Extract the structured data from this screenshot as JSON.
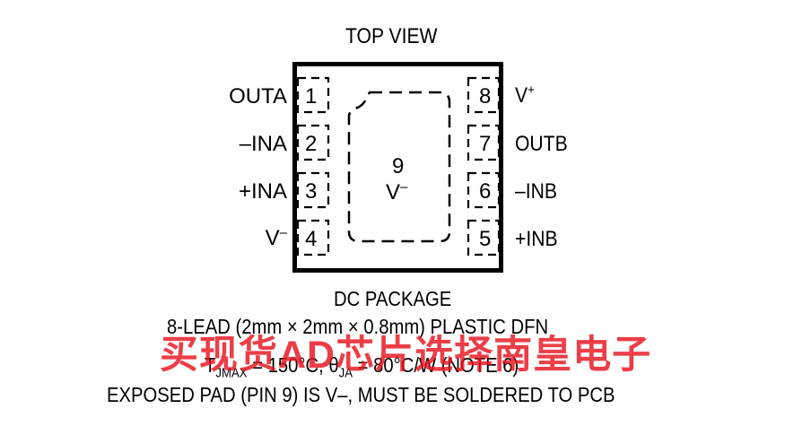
{
  "title": "TOP VIEW",
  "pins_left": [
    {
      "num": "1",
      "label": "OUTA"
    },
    {
      "num": "2",
      "label": "–INA"
    },
    {
      "num": "3",
      "label": "+INA"
    },
    {
      "num": "4",
      "label": "V",
      "sup": "–"
    }
  ],
  "pins_right": [
    {
      "num": "8",
      "label": "V",
      "sup": "+"
    },
    {
      "num": "7",
      "label": "OUTB"
    },
    {
      "num": "6",
      "label": "–INB"
    },
    {
      "num": "5",
      "label": "+INB"
    }
  ],
  "pad": {
    "num": "9",
    "label": "V",
    "sup": "–"
  },
  "package": {
    "line1": "DC PACKAGE",
    "line2": "8-LEAD (2mm × 2mm × 0.8mm) PLASTIC DFN",
    "line3": {
      "t": "T",
      "jmax": "JMAX",
      "mid": " = 150°C, θ",
      "ja": "JA",
      "tail": " = 80°C/W (NOTE 6)"
    },
    "line4": "EXPOSED PAD (PIN 9) IS V–, MUST BE SOLDERED TO PCB"
  },
  "watermark": "买现货AD芯片选择南皇电子"
}
